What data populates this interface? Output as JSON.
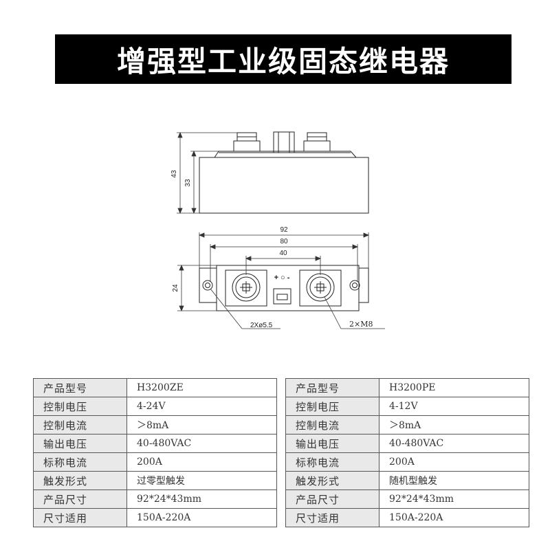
{
  "title": "增强型工业级固态继电器",
  "drawing": {
    "dim_height_total": "43",
    "dim_height_body": "33",
    "dim_width_total": "92",
    "dim_width_mount": "80",
    "dim_width_terminals": "40",
    "dim_depth": "24",
    "callout_holes": "2Xø5.5",
    "callout_screws": "2×M8",
    "polarity": "+ ○ -"
  },
  "tables": {
    "left": [
      {
        "key": "产品型号",
        "value": "H3200ZE"
      },
      {
        "key": "控制电压",
        "value": "4-24V"
      },
      {
        "key": "控制电流",
        "value": "＞8mA"
      },
      {
        "key": "输出电压",
        "value": "40-480VAC"
      },
      {
        "key": "标称电流",
        "value": "200A"
      },
      {
        "key": "触发形式",
        "value": "过零型触发"
      },
      {
        "key": "产品尺寸",
        "value": "92*24*43mm"
      },
      {
        "key": "尺寸适用",
        "value": "150A-220A"
      }
    ],
    "right": [
      {
        "key": "产品型号",
        "value": "H3200PE"
      },
      {
        "key": "控制电压",
        "value": "4-12V"
      },
      {
        "key": "控制电流",
        "value": "＞8mA"
      },
      {
        "key": "输出电压",
        "value": "40-480VAC"
      },
      {
        "key": "标称电流",
        "value": "200A"
      },
      {
        "key": "触发形式",
        "value": "随机型触发"
      },
      {
        "key": "产品尺寸",
        "value": "92*24*43mm"
      },
      {
        "key": "尺寸适用",
        "value": "150A-220A"
      }
    ]
  }
}
